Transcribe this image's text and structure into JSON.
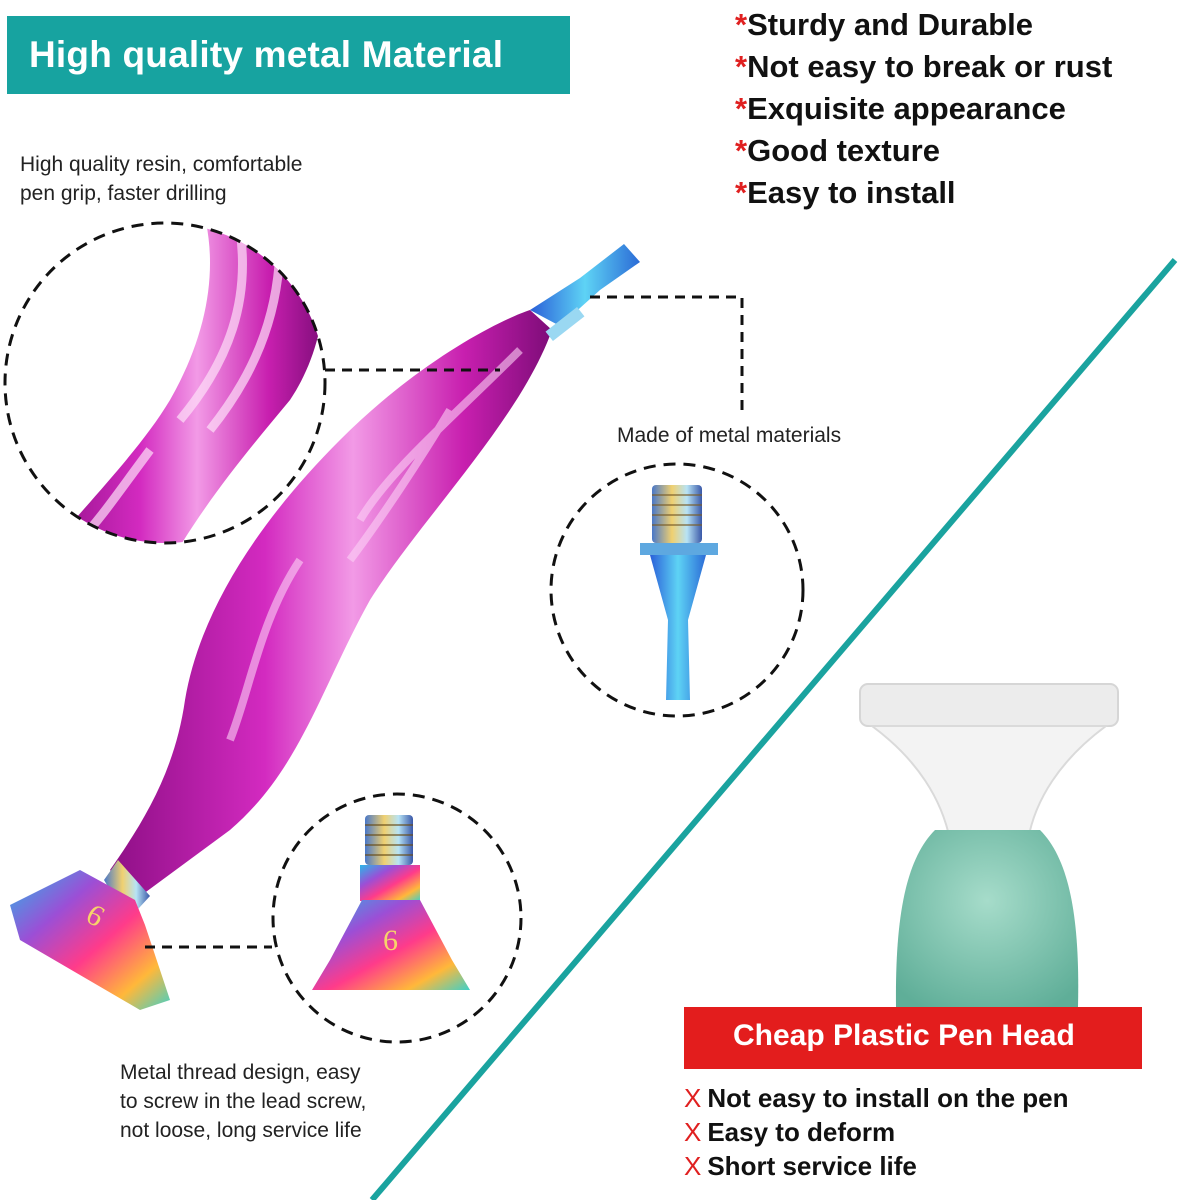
{
  "header": {
    "title": "High quality metal Material"
  },
  "features": [
    {
      "mark": "*",
      "text": "Sturdy and Durable"
    },
    {
      "mark": "*",
      "text": "Not easy to break or rust"
    },
    {
      "mark": "*",
      "text": "Exquisite appearance"
    },
    {
      "mark": "*",
      "text": "Good texture"
    },
    {
      "mark": "*",
      "text": "Easy to install"
    }
  ],
  "captions": {
    "grip_line1": "High quality resin, comfortable",
    "grip_line2": "pen grip, faster drilling",
    "tip": "Made of metal materials",
    "thread_line1": "Metal thread design, easy",
    "thread_line2": "to screw in the lead screw,",
    "thread_line3": "not loose, long service life"
  },
  "head_number": "6",
  "comparison": {
    "title": "Cheap Plastic Pen Head",
    "cons": [
      {
        "mark": "X",
        "text": "Not easy to install on the pen"
      },
      {
        "mark": "X",
        "text": "Easy to deform"
      },
      {
        "mark": "X",
        "text": "Short service life"
      }
    ]
  },
  "colors": {
    "teal": "#17a3a0",
    "red": "#e31d1d",
    "pen_pink": "#c41fa8"
  }
}
